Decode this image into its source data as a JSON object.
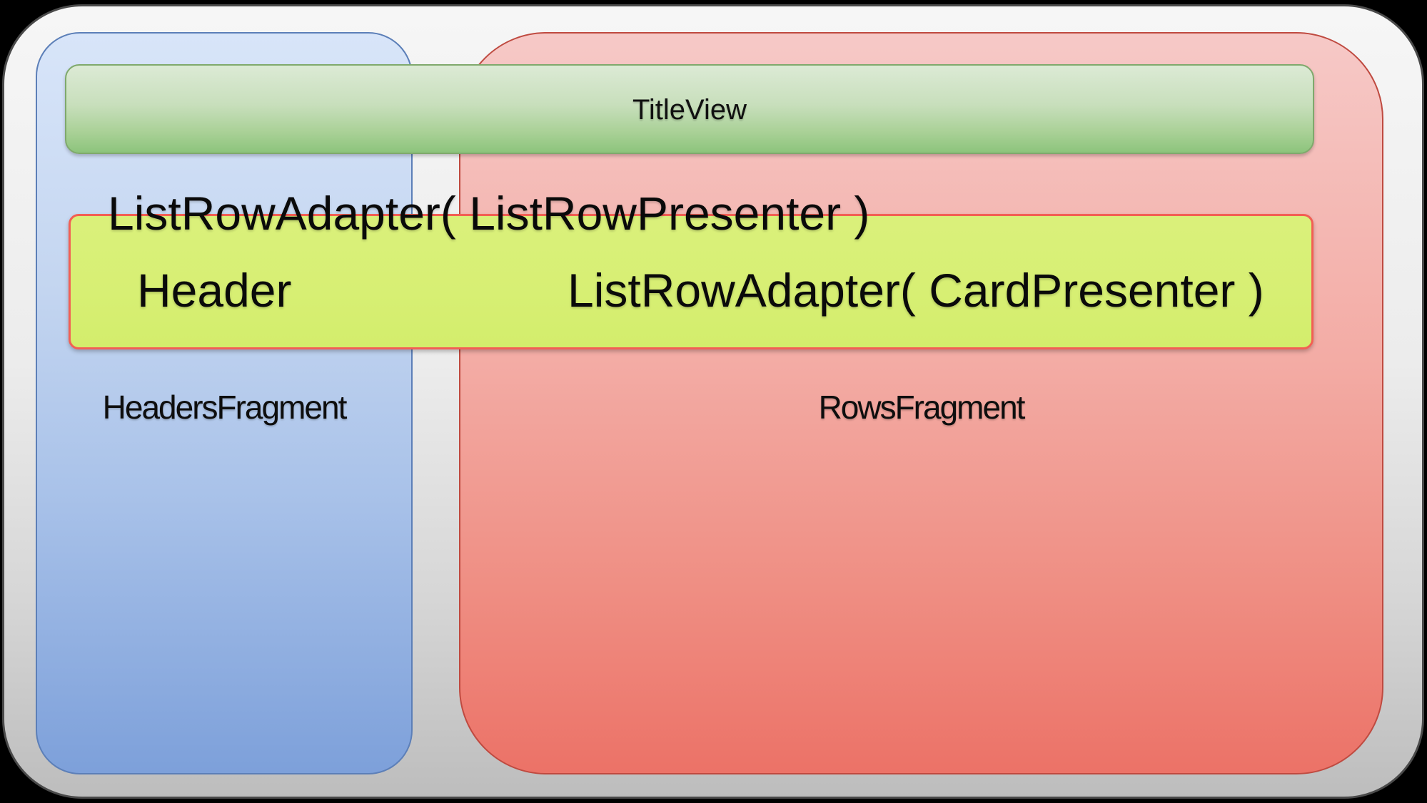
{
  "diagram": {
    "title_bar_label": "TitleView",
    "row_adapter_text": "ListRowAdapter( ListRowPresenter )",
    "header_label": "Header",
    "card_adapter_text": "ListRowAdapter( CardPresenter )",
    "headers_fragment_label": "HeadersFragment",
    "rows_fragment_label": "RowsFragment",
    "colors": {
      "background": "#000000",
      "frame_top": "#f6f6f6",
      "frame_bottom": "#bdbdbd",
      "frame_border": "#4a4a4a",
      "headers_panel_top": "#d8e5f9",
      "headers_panel_bottom": "#7da0da",
      "headers_panel_border": "#5c7fb8",
      "rows_panel_top": "#f6c9c7",
      "rows_panel_bottom": "#ec7267",
      "rows_panel_border": "#bf4a40",
      "title_bar_top": "#dcead5",
      "title_bar_bottom": "#8cc47c",
      "title_bar_border": "#7fa96c",
      "list_row_bar_fill": "#d7ef73",
      "list_row_bar_border": "#f25f54",
      "text": "#0d0d0d"
    }
  }
}
